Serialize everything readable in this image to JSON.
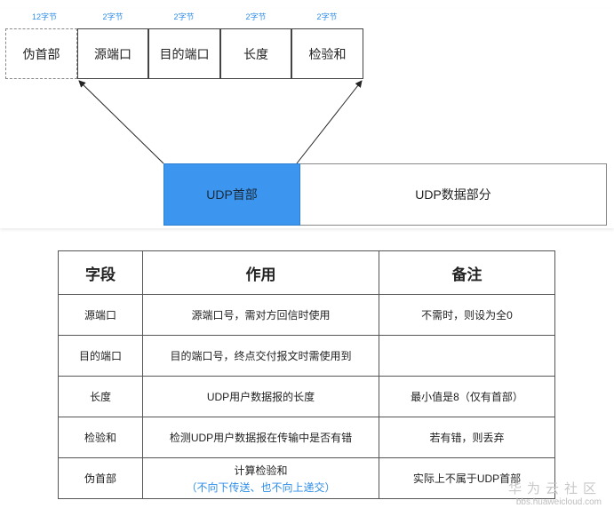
{
  "diagram": {
    "fields": [
      {
        "label": "伪首部",
        "size": "12字节"
      },
      {
        "label": "源端口",
        "size": "2字节"
      },
      {
        "label": "目的端口",
        "size": "2字节"
      },
      {
        "label": "长度",
        "size": "2字节"
      },
      {
        "label": "检验和",
        "size": "2字节"
      }
    ],
    "udp_header": "UDP首部",
    "udp_data": "UDP数据部分",
    "colors": {
      "header_fill": "#3c96f0",
      "size_label": "#2f8ee8"
    }
  },
  "table": {
    "headers": [
      "字段",
      "作用",
      "备注"
    ],
    "rows": [
      {
        "field": "源端口",
        "purpose": "源端口号，需对方回信时使用",
        "purpose_note": "",
        "remark": "不需时，则设为全0"
      },
      {
        "field": "目的端口",
        "purpose": "目的端口号，终点交付报文时需使用到",
        "purpose_note": "",
        "remark": ""
      },
      {
        "field": "长度",
        "purpose": "UDP用户数据报的长度",
        "purpose_note": "",
        "remark": "最小值是8（仅有首部）"
      },
      {
        "field": "检验和",
        "purpose": "检测UDP用户数据报在传输中是否有错",
        "purpose_note": "",
        "remark": "若有错，则丢弃"
      },
      {
        "field": "伪首部",
        "purpose": "计算检验和",
        "purpose_note": "（不向下传送、也不向上递交）",
        "remark": "实际上不属于UDP首部"
      }
    ]
  },
  "watermark": {
    "text": "华为云社区",
    "url": "bbs.huaweicloud.com"
  }
}
